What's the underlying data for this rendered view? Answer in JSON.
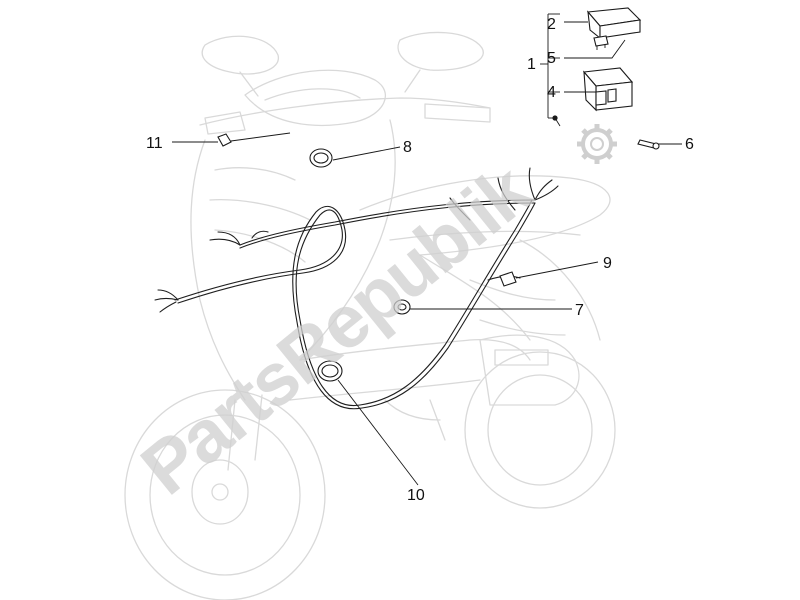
{
  "watermark": "PartsRepublik",
  "callouts": {
    "n1": "1",
    "n2": "2",
    "n4": "4",
    "n5": "5",
    "n6": "6",
    "n7": "7",
    "n8": "8",
    "n9": "9",
    "n10": "10",
    "n11": "11"
  },
  "colors": {
    "line_art": "#1a1a1a",
    "ghost_outline": "#d9d9d9",
    "watermark": "#cfcfcf"
  }
}
